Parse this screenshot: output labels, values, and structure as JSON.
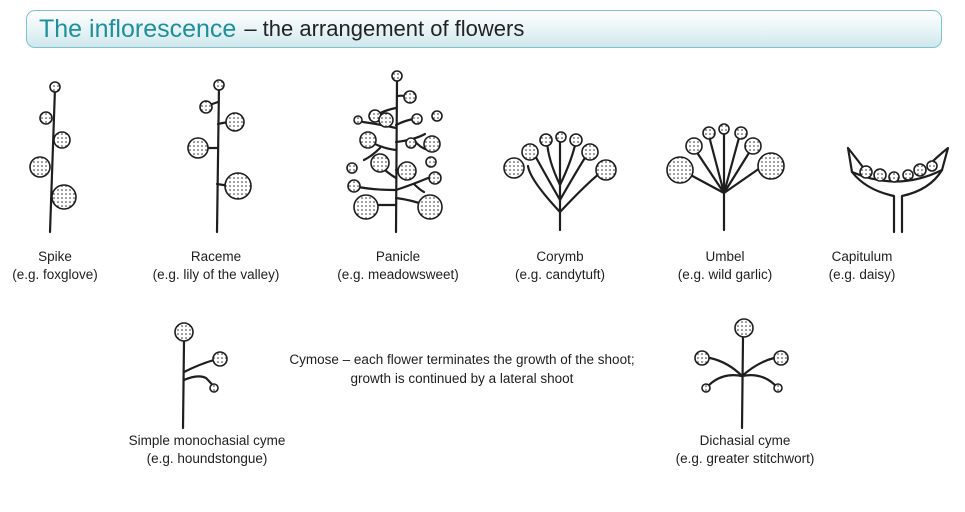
{
  "title": {
    "main": "The inflorescence",
    "rest": "– the arrangement of flowers"
  },
  "types": [
    {
      "name": "Spike",
      "example": "(e.g. foxglove)"
    },
    {
      "name": "Raceme",
      "example": "(e.g. lily of the valley)"
    },
    {
      "name": "Panicle",
      "example": "(e.g. meadowsweet)"
    },
    {
      "name": "Corymb",
      "example": "(e.g. candytuft)"
    },
    {
      "name": "Umbel",
      "example": "(e.g. wild garlic)"
    },
    {
      "name": "Capitulum",
      "example": "(e.g. daisy)"
    }
  ],
  "cymose": {
    "description_line1": "Cymose – each flower terminates the growth of the shoot;",
    "description_line2": "growth is continued by a lateral shoot",
    "monochasial": {
      "name": "Simple monochasial cyme",
      "example": "(e.g. houndstongue)"
    },
    "dichasial": {
      "name": "Dichasial cyme",
      "example": "(e.g. greater stitchwort)"
    }
  },
  "colors": {
    "title_accent": "#1f8f9b",
    "title_border": "#7fc2cc",
    "ink": "#1e1e1e"
  }
}
